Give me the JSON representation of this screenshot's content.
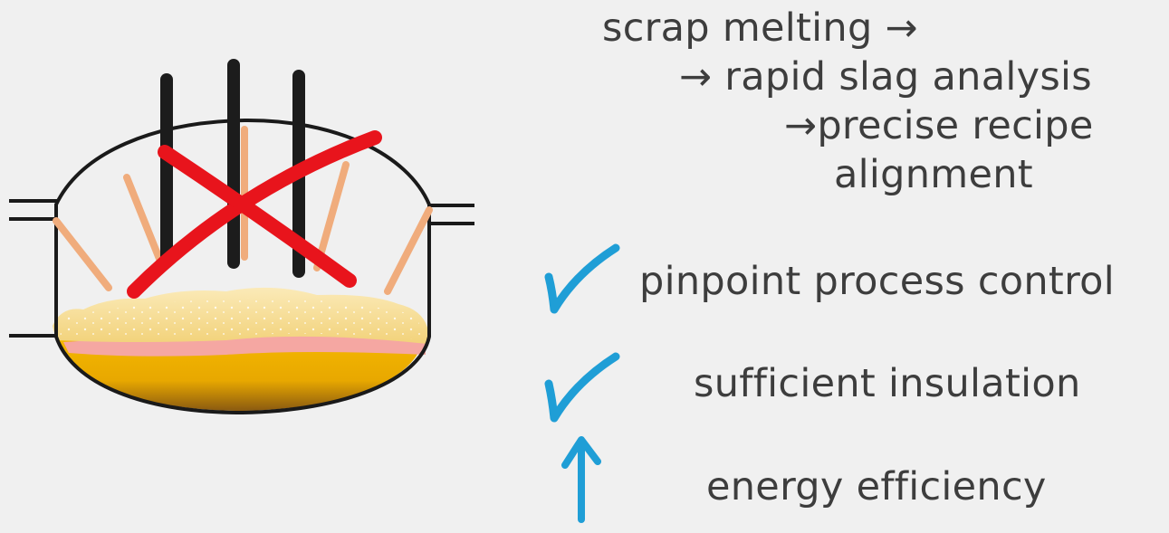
{
  "process_steps": [
    "scrap melting →",
    "→ rapid slag analysis",
    "→precise recipe",
    "alignment"
  ],
  "benefits": [
    {
      "text": "pinpoint process control",
      "icon": "checkmark-icon"
    },
    {
      "text": "sufficient insulation",
      "icon": "checkmark-icon"
    },
    {
      "text": "energy efficiency",
      "icon": "up-arrow-icon"
    }
  ],
  "colors": {
    "text": "#3d3d3d",
    "accent": "#1f9ed6",
    "cross": "#e8141c",
    "electrode": "#1c1c1c",
    "lance": "#f0ac7c",
    "slag": "#f6dc8e",
    "slag_line": "#f5a7a2",
    "melt": "#f5b800"
  }
}
